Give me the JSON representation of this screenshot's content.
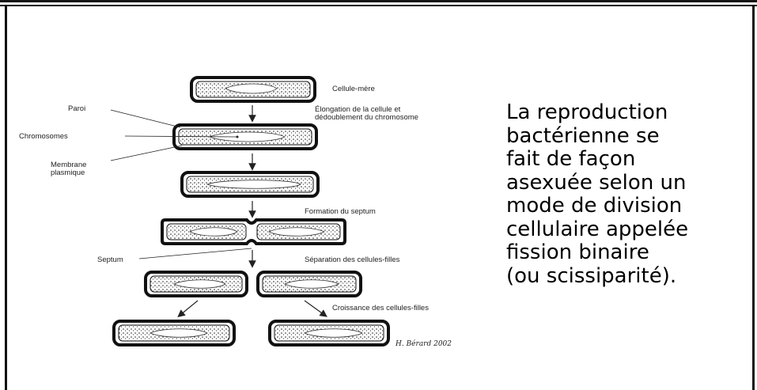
{
  "slide": {
    "side_text": "La reproduction\nbactérienne se\nfait de façon\nasexuée selon un\nmode de division\ncellulaire appelée\nfission binaire\n(ou scissiparité)."
  },
  "diagram": {
    "stage_labels": {
      "mother": "Cellule-mère",
      "elongation_line1": "Élongation de la cellule et",
      "elongation_line2": "dédoublement du chromosome",
      "septum_formation": "Formation du septum",
      "separation": "Séparation des cellules-filles",
      "growth": "Croissance des cellules-filles"
    },
    "part_labels": {
      "wall": "Paroi",
      "chromosomes": "Chromosomes",
      "membrane_line1": "Membrane",
      "membrane_line2": "plasmique",
      "septum": "Septum"
    },
    "signature": "H. Bérard 2002"
  }
}
